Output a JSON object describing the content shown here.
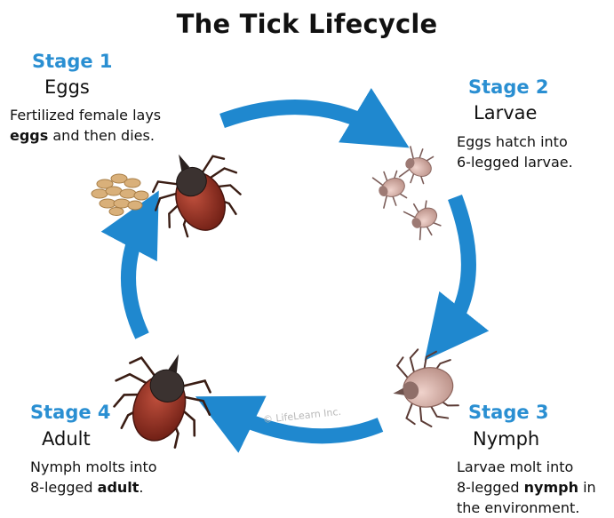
{
  "title": "The Tick Lifecycle",
  "stages": [
    {
      "label": "Stage 1",
      "name": "Eggs",
      "desc_parts": [
        {
          "text": "Fertilized female lays",
          "bold": false,
          "br": true
        },
        {
          "text": "eggs",
          "bold": true
        },
        {
          "text": " and then dies.",
          "bold": false
        }
      ]
    },
    {
      "label": "Stage 2",
      "name": "Larvae",
      "desc_parts": [
        {
          "text": "Eggs hatch into",
          "bold": false,
          "br": true
        },
        {
          "text": "6-legged larvae.",
          "bold": false
        }
      ]
    },
    {
      "label": "Stage 3",
      "name": "Nymph",
      "desc_parts": [
        {
          "text": "Larvae molt into",
          "bold": false,
          "br": true
        },
        {
          "text": "8-legged ",
          "bold": false
        },
        {
          "text": "nymph",
          "bold": true
        },
        {
          "text": " in",
          "bold": false,
          "br": true
        },
        {
          "text": "the environment.",
          "bold": false
        }
      ]
    },
    {
      "label": "Stage 4",
      "name": "Adult",
      "desc_parts": [
        {
          "text": "Nymph molts into",
          "bold": false,
          "br": true
        },
        {
          "text": "8-legged ",
          "bold": false
        },
        {
          "text": "adult",
          "bold": true
        },
        {
          "text": ".",
          "bold": false
        }
      ]
    }
  ],
  "watermark": "© LifeLearn Inc.",
  "colors": {
    "arrow": "#1f88cf",
    "stage_label": "#2a8fd2",
    "adult_body": "#8b2a1e",
    "egg": "#d9b07a"
  }
}
